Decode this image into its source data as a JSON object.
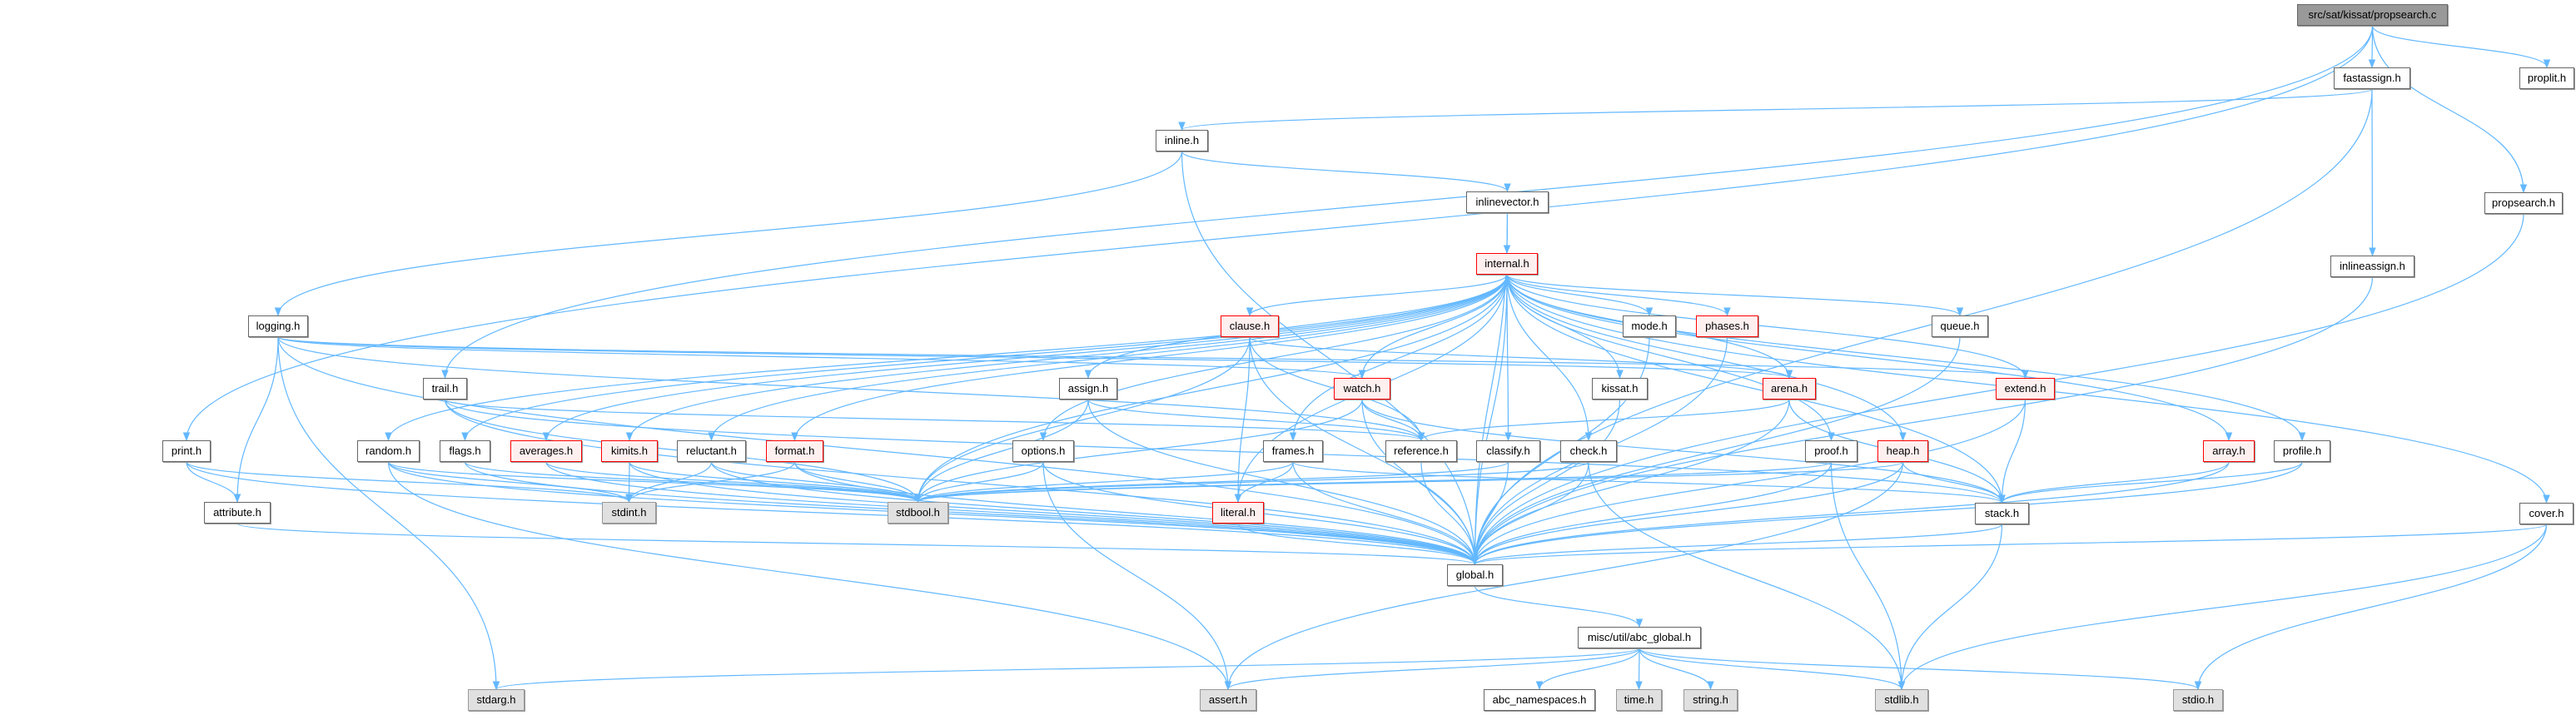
{
  "title": "src/sat/kissat/propsearch.c",
  "edge_color": "#63b8ff",
  "nodes": [
    {
      "id": "propsearch_c",
      "label": "src/sat/kissat/propsearch.c",
      "kind": "root"
    },
    {
      "id": "fastassign",
      "label": "fastassign.h",
      "kind": "file"
    },
    {
      "id": "proplit",
      "label": "proplit.h",
      "kind": "file"
    },
    {
      "id": "inline",
      "label": "inline.h",
      "kind": "file"
    },
    {
      "id": "inlinevector",
      "label": "inlinevector.h",
      "kind": "file"
    },
    {
      "id": "propsearch_h",
      "label": "propsearch.h",
      "kind": "file"
    },
    {
      "id": "internal",
      "label": "internal.h",
      "kind": "red"
    },
    {
      "id": "inlineassign",
      "label": "inlineassign.h",
      "kind": "file"
    },
    {
      "id": "logging",
      "label": "logging.h",
      "kind": "file"
    },
    {
      "id": "clause",
      "label": "clause.h",
      "kind": "red"
    },
    {
      "id": "mode",
      "label": "mode.h",
      "kind": "file"
    },
    {
      "id": "phases",
      "label": "phases.h",
      "kind": "red"
    },
    {
      "id": "queue",
      "label": "queue.h",
      "kind": "file"
    },
    {
      "id": "trail",
      "label": "trail.h",
      "kind": "file"
    },
    {
      "id": "assign",
      "label": "assign.h",
      "kind": "file"
    },
    {
      "id": "watch",
      "label": "watch.h",
      "kind": "red"
    },
    {
      "id": "kissat",
      "label": "kissat.h",
      "kind": "file"
    },
    {
      "id": "arena",
      "label": "arena.h",
      "kind": "red"
    },
    {
      "id": "extend",
      "label": "extend.h",
      "kind": "red"
    },
    {
      "id": "print",
      "label": "print.h",
      "kind": "file"
    },
    {
      "id": "random",
      "label": "random.h",
      "kind": "file"
    },
    {
      "id": "flags",
      "label": "flags.h",
      "kind": "file"
    },
    {
      "id": "averages",
      "label": "averages.h",
      "kind": "red"
    },
    {
      "id": "kimits",
      "label": "kimits.h",
      "kind": "red"
    },
    {
      "id": "reluctant",
      "label": "reluctant.h",
      "kind": "file"
    },
    {
      "id": "format",
      "label": "format.h",
      "kind": "red"
    },
    {
      "id": "options",
      "label": "options.h",
      "kind": "file"
    },
    {
      "id": "frames",
      "label": "frames.h",
      "kind": "file"
    },
    {
      "id": "reference",
      "label": "reference.h",
      "kind": "file"
    },
    {
      "id": "classify",
      "label": "classify.h",
      "kind": "file"
    },
    {
      "id": "check",
      "label": "check.h",
      "kind": "file"
    },
    {
      "id": "proof",
      "label": "proof.h",
      "kind": "file"
    },
    {
      "id": "heap",
      "label": "heap.h",
      "kind": "red"
    },
    {
      "id": "array",
      "label": "array.h",
      "kind": "red"
    },
    {
      "id": "profile",
      "label": "profile.h",
      "kind": "file"
    },
    {
      "id": "attribute",
      "label": "attribute.h",
      "kind": "file"
    },
    {
      "id": "stdint",
      "label": "stdint.h",
      "kind": "sys"
    },
    {
      "id": "stdbool",
      "label": "stdbool.h",
      "kind": "sys"
    },
    {
      "id": "literal",
      "label": "literal.h",
      "kind": "red"
    },
    {
      "id": "stack",
      "label": "stack.h",
      "kind": "file"
    },
    {
      "id": "cover",
      "label": "cover.h",
      "kind": "file"
    },
    {
      "id": "global",
      "label": "global.h",
      "kind": "file"
    },
    {
      "id": "abc_global",
      "label": "misc/util/abc_global.h",
      "kind": "file"
    },
    {
      "id": "stdarg",
      "label": "stdarg.h",
      "kind": "sys"
    },
    {
      "id": "assert",
      "label": "assert.h",
      "kind": "sys"
    },
    {
      "id": "abc_namespaces",
      "label": "abc_namespaces.h",
      "kind": "file"
    },
    {
      "id": "time",
      "label": "time.h",
      "kind": "sys"
    },
    {
      "id": "string",
      "label": "string.h",
      "kind": "sys"
    },
    {
      "id": "stdlib",
      "label": "stdlib.h",
      "kind": "sys"
    },
    {
      "id": "stdio",
      "label": "stdio.h",
      "kind": "sys"
    }
  ],
  "edges": [
    [
      "propsearch_c",
      "fastassign"
    ],
    [
      "propsearch_c",
      "proplit"
    ],
    [
      "propsearch_c",
      "propsearch_h"
    ],
    [
      "propsearch_c",
      "print"
    ],
    [
      "propsearch_c",
      "trail"
    ],
    [
      "fastassign",
      "inline"
    ],
    [
      "fastassign",
      "inlineassign"
    ],
    [
      "fastassign",
      "global"
    ],
    [
      "inline",
      "logging"
    ],
    [
      "inline",
      "inlinevector"
    ],
    [
      "inline",
      "global"
    ],
    [
      "inlinevector",
      "internal"
    ],
    [
      "inlinevector",
      "global"
    ],
    [
      "propsearch_h",
      "global"
    ],
    [
      "inlineassign",
      "global"
    ],
    [
      "internal",
      "arena"
    ],
    [
      "internal",
      "array"
    ],
    [
      "internal",
      "assign"
    ],
    [
      "internal",
      "averages"
    ],
    [
      "internal",
      "check"
    ],
    [
      "internal",
      "classify"
    ],
    [
      "internal",
      "clause"
    ],
    [
      "internal",
      "cover"
    ],
    [
      "internal",
      "extend"
    ],
    [
      "internal",
      "flags"
    ],
    [
      "internal",
      "format"
    ],
    [
      "internal",
      "frames"
    ],
    [
      "internal",
      "heap"
    ],
    [
      "internal",
      "kimits"
    ],
    [
      "internal",
      "kissat"
    ],
    [
      "internal",
      "literal"
    ],
    [
      "internal",
      "mode"
    ],
    [
      "internal",
      "options"
    ],
    [
      "internal",
      "phases"
    ],
    [
      "internal",
      "proof"
    ],
    [
      "internal",
      "profile"
    ],
    [
      "internal",
      "queue"
    ],
    [
      "internal",
      "random"
    ],
    [
      "internal",
      "reluctant"
    ],
    [
      "internal",
      "stack"
    ],
    [
      "internal",
      "watch"
    ],
    [
      "internal",
      "global"
    ],
    [
      "internal",
      "stdbool"
    ],
    [
      "logging",
      "attribute"
    ],
    [
      "logging",
      "stdarg"
    ],
    [
      "logging",
      "global"
    ],
    [
      "logging",
      "reference"
    ],
    [
      "logging",
      "arena"
    ],
    [
      "logging",
      "extend"
    ],
    [
      "logging",
      "watch"
    ],
    [
      "trail",
      "global"
    ],
    [
      "trail",
      "reference"
    ],
    [
      "trail",
      "stdbool"
    ],
    [
      "trail",
      "stack"
    ],
    [
      "print",
      "attribute"
    ],
    [
      "print",
      "global"
    ],
    [
      "print",
      "stdint"
    ],
    [
      "attribute",
      "global"
    ],
    [
      "random",
      "global"
    ],
    [
      "random",
      "stdint"
    ],
    [
      "random",
      "stdbool"
    ],
    [
      "random",
      "assert"
    ],
    [
      "flags",
      "global"
    ],
    [
      "flags",
      "stdbool"
    ],
    [
      "averages",
      "global"
    ],
    [
      "averages",
      "stdbool"
    ],
    [
      "kimits",
      "global"
    ],
    [
      "kimits",
      "stdint"
    ],
    [
      "kimits",
      "stdbool"
    ],
    [
      "reluctant",
      "global"
    ],
    [
      "reluctant",
      "stdint"
    ],
    [
      "reluctant",
      "stdbool"
    ],
    [
      "format",
      "global"
    ],
    [
      "format",
      "stdint"
    ],
    [
      "format",
      "stdbool"
    ],
    [
      "options",
      "global"
    ],
    [
      "options",
      "stdbool"
    ],
    [
      "options",
      "assert"
    ],
    [
      "clause",
      "global"
    ],
    [
      "clause",
      "literal"
    ],
    [
      "clause",
      "reference"
    ],
    [
      "clause",
      "stdbool"
    ],
    [
      "clause",
      "arena"
    ],
    [
      "assign",
      "global"
    ],
    [
      "assign",
      "reference"
    ],
    [
      "assign",
      "stdbool"
    ],
    [
      "watch",
      "global"
    ],
    [
      "watch",
      "reference"
    ],
    [
      "watch",
      "stack"
    ],
    [
      "watch",
      "stdbool"
    ],
    [
      "frames",
      "global"
    ],
    [
      "frames",
      "literal"
    ],
    [
      "frames",
      "stack"
    ],
    [
      "frames",
      "stdbool"
    ],
    [
      "reference",
      "global"
    ],
    [
      "classify",
      "global"
    ],
    [
      "classify",
      "stdbool"
    ],
    [
      "check",
      "global"
    ],
    [
      "check",
      "stdbool"
    ],
    [
      "check",
      "stdlib"
    ],
    [
      "kissat",
      "global"
    ],
    [
      "mode",
      "global"
    ],
    [
      "phases",
      "global"
    ],
    [
      "queue",
      "global"
    ],
    [
      "arena",
      "global"
    ],
    [
      "arena",
      "reference"
    ],
    [
      "arena",
      "stack"
    ],
    [
      "extend",
      "global"
    ],
    [
      "extend",
      "stack"
    ],
    [
      "proof",
      "global"
    ],
    [
      "proof",
      "stdbool"
    ],
    [
      "proof",
      "stdlib"
    ],
    [
      "heap",
      "global"
    ],
    [
      "heap",
      "stack"
    ],
    [
      "heap",
      "stdbool"
    ],
    [
      "heap",
      "assert"
    ],
    [
      "array",
      "global"
    ],
    [
      "array",
      "stack"
    ],
    [
      "profile",
      "global"
    ],
    [
      "profile",
      "stack"
    ],
    [
      "literal",
      "global"
    ],
    [
      "stack",
      "global"
    ],
    [
      "stack",
      "stdlib"
    ],
    [
      "cover",
      "global"
    ],
    [
      "cover",
      "stdio"
    ],
    [
      "cover",
      "stdlib"
    ],
    [
      "global",
      "abc_global"
    ],
    [
      "abc_global",
      "stdarg"
    ],
    [
      "abc_global",
      "assert"
    ],
    [
      "abc_global",
      "abc_namespaces"
    ],
    [
      "abc_global",
      "time"
    ],
    [
      "abc_global",
      "string"
    ],
    [
      "abc_global",
      "stdlib"
    ],
    [
      "abc_global",
      "stdio"
    ]
  ]
}
